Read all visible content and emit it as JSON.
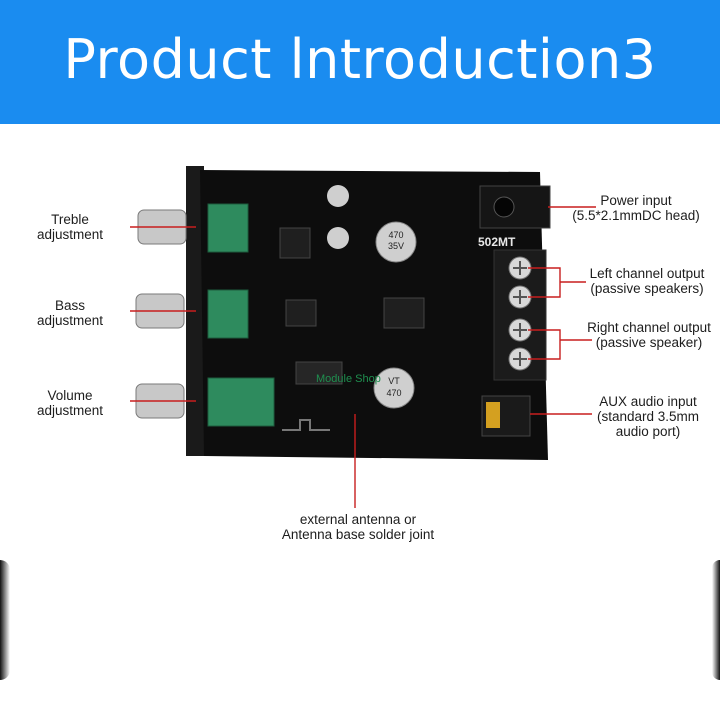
{
  "banner": {
    "title": "Product lntroduction3"
  },
  "board": {
    "model": "502MT",
    "watermark": "Module Shop",
    "cap_text": [
      "470",
      "35V",
      "VT"
    ]
  },
  "labels": {
    "treble": [
      "Treble",
      "adjustment"
    ],
    "bass": [
      "Bass",
      "adjustment"
    ],
    "volume": [
      "Volume",
      "adjustment"
    ],
    "power": [
      "Power input",
      "(5.5*2.1mmDC head)"
    ],
    "left": [
      "Left channel output",
      "(passive speakers)"
    ],
    "right": [
      "Right channel output",
      "(passive speaker)"
    ],
    "aux": [
      "AUX audio input",
      "(standard 3.5mm",
      "audio port)"
    ],
    "antenna": [
      "external antenna or",
      "Antenna base solder joint"
    ]
  },
  "colors": {
    "banner": "#1a8cf0",
    "board": "#0d0d0d",
    "pointer": "#c81e1e",
    "pot": "#2e8b5e"
  }
}
